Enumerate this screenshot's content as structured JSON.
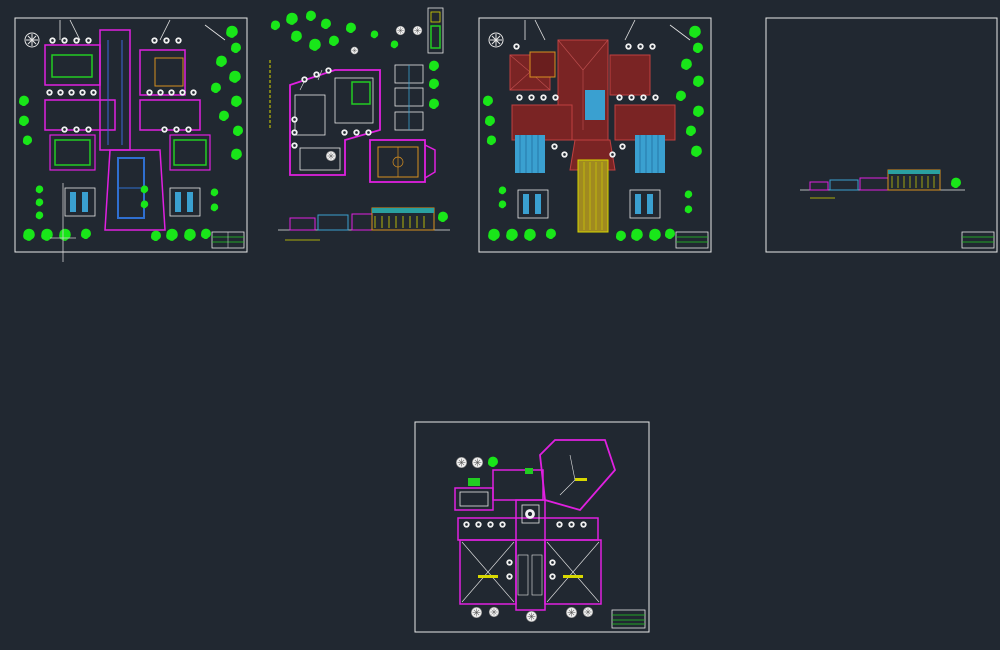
{
  "viewer": {
    "background": "#212831",
    "colors": {
      "frame": "#e8e8e8",
      "walls": "#e020e0",
      "lines": "#e6e6e6",
      "trees": "#19e619",
      "roof_red": "#8b2a2a",
      "roof_blue": "#3aa0d0",
      "court_blue": "#2f6fd0",
      "text_yellow": "#d8d800"
    }
  },
  "sheets": [
    {
      "id": "sheet-1",
      "kind": "site-plan-with-court"
    },
    {
      "id": "sheet-2",
      "kind": "floor-plan-and-elevation"
    },
    {
      "id": "sheet-3",
      "kind": "roof-plan"
    },
    {
      "id": "sheet-4",
      "kind": "elevation"
    },
    {
      "id": "sheet-5",
      "kind": "upper-floor-plan"
    }
  ]
}
